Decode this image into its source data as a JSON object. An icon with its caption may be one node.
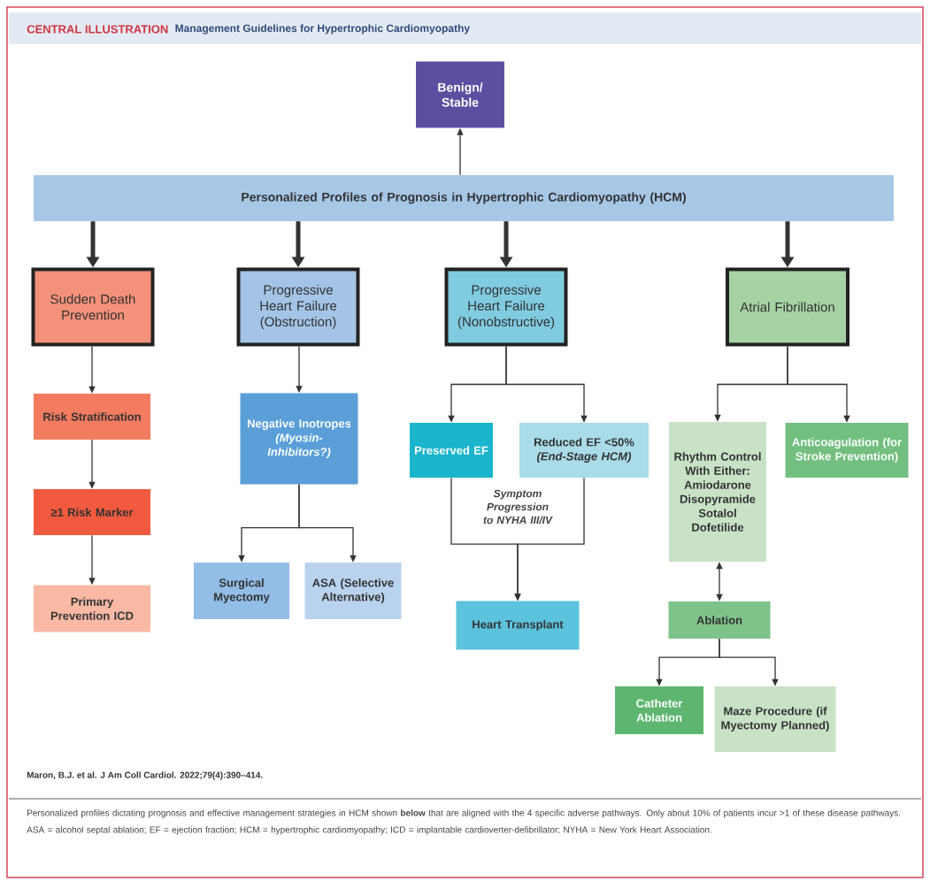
{
  "diagram": {
    "title": "Management Guidelines for Hypertrophic Cardiomyopathy",
    "caption": "Personalized profiles dictating prognosis and effective management strategies in HCM shown **below** that are aligned with the 4 specific adverse pathways. Only about 10% of patients incur >1 of these disease pathways. ASA = alcohol septal ablation; EF = ejection fraction; HCM = hypertrophic cardiomyopathy; ICD = implantable cardioverter-defibrillator; NYHA = New York Heart Association.",
    "nodes": [
      {
        "text": [
          "Benign/ Stable"
        ]
      },
      {
        "text": [
          "Personalized Profiles of Prognosis in Hypertrophic Cardiomyopathy (HCM)"
        ]
      },
      {
        "text": [
          "Sudden Death Prevention"
        ]
      },
      {
        "text": [
          "Progressive Heart Failure (Obstruction)"
        ]
      },
      {
        "text": [
          "Progressive Heart Failure (Nonobstructive)"
        ]
      },
      {
        "text": [
          "Atrial Fibrillation"
        ]
      },
      {
        "text": [
          "Risk Stratification"
        ]
      },
      {
        "text": [
          "≥1 Risk Marker"
        ]
      },
      {
        "text": [
          "Primary Prevention ICD"
        ]
      },
      {
        "text": [
          "Negative Inotropes *(Myosin-Inhibitors?)*"
        ]
      },
      {
        "text": [
          "Surgical Myectomy"
        ]
      },
      {
        "text": [
          "ASA (Selective Alternative)"
        ]
      },
      {
        "text": [
          "Preserved EF"
        ]
      },
      {
        "text": [
          "Reduced EF <50% *(End-Stage HCM)*"
        ]
      },
      {
        "text": [
          "Heart Transplant"
        ]
      },
      {
        "text": [
          "Rhythm Control With Either: Amiodarone Disopyramide Sotalol Dofetilide"
        ]
      },
      {
        "text": [
          "Anticoagulation (for Stroke Prevention)"
        ]
      },
      {
        "text": [
          "Ablation"
        ]
      },
      {
        "text": [
          "Catheter Ablation"
        ]
      },
      {
        "text": [
          "Maze Procedure (if Myectomy Planned)"
        ]
      }
    ],
    "edges": [
      {
        "from": 1,
        "to": 0,
        "arrow": "to"
      },
      {
        "from": 1,
        "to": 2,
        "arrow": "to",
        "style": "thick"
      },
      {
        "from": 1,
        "to": 3,
        "arrow": "to",
        "style": "thick"
      },
      {
        "from": 1,
        "to": 4,
        "arrow": "to",
        "style": "thick"
      },
      {
        "from": 1,
        "to": 5,
        "arrow": "to",
        "style": "thick"
      },
      {
        "from": 2,
        "to": 6,
        "arrow": "to"
      },
      {
        "from": 6,
        "to": 7,
        "arrow": "to"
      },
      {
        "from": 7,
        "to": 8,
        "arrow": "to"
      },
      {
        "from": 3,
        "to": 9,
        "arrow": "to"
      },
      {
        "from": 9,
        "to": 10,
        "arrow": "to"
      },
      {
        "from": 9,
        "to": 11,
        "arrow": "to"
      },
      {
        "from": 4,
        "to": 12,
        "arrow": "to"
      },
      {
        "from": 4,
        "to": 13,
        "arrow": "to"
      },
      {
        "from": 12,
        "to": 14,
        "arrow": "to",
        "label": "Symptom Progression to NYHA III/IV"
      },
      {
        "from": 13,
        "to": 14,
        "arrow": "to"
      },
      {
        "from": 5,
        "to": 15,
        "arrow": "to"
      },
      {
        "from": 5,
        "to": 16,
        "arrow": "to"
      },
      {
        "from": 15,
        "to": 17,
        "arrow": "both"
      },
      {
        "from": 17,
        "to": 18,
        "arrow": "to"
      },
      {
        "from": 17,
        "to": 19,
        "arrow": "to"
      }
    ],
    "labels": [
      "CENTRAL ILLUSTRATION",
      "Maron, B.J. et al. J Am Coll Cardiol. 2022;79(4):390–414."
    ]
  }
}
